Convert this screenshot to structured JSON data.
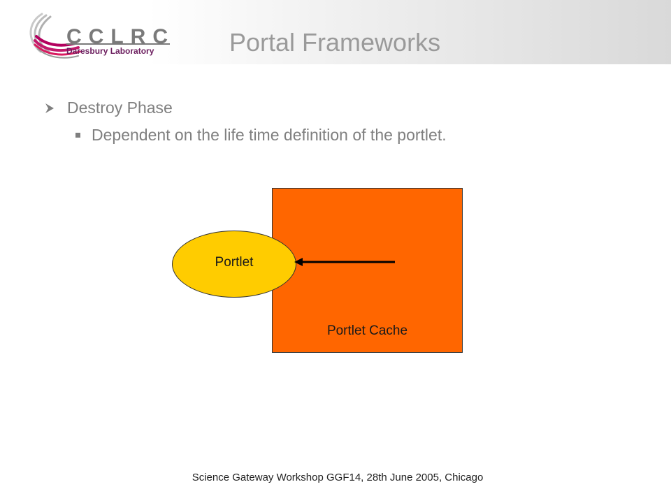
{
  "header": {
    "logo_text": "CCLRC",
    "logo_subtext": "Daresbury Laboratory",
    "title": "Portal Frameworks"
  },
  "content": {
    "bullet_level1": "Destroy Phase",
    "bullet_level2": "Dependent on the life time definition of the portlet."
  },
  "diagram": {
    "cache_label": "Portlet Cache",
    "portlet_label": "Portlet",
    "cache_color": "#ff6600",
    "portlet_color": "#ffcc00"
  },
  "footer": {
    "text": "Science Gateway Workshop GGF14, 28th June 2005, Chicago"
  }
}
